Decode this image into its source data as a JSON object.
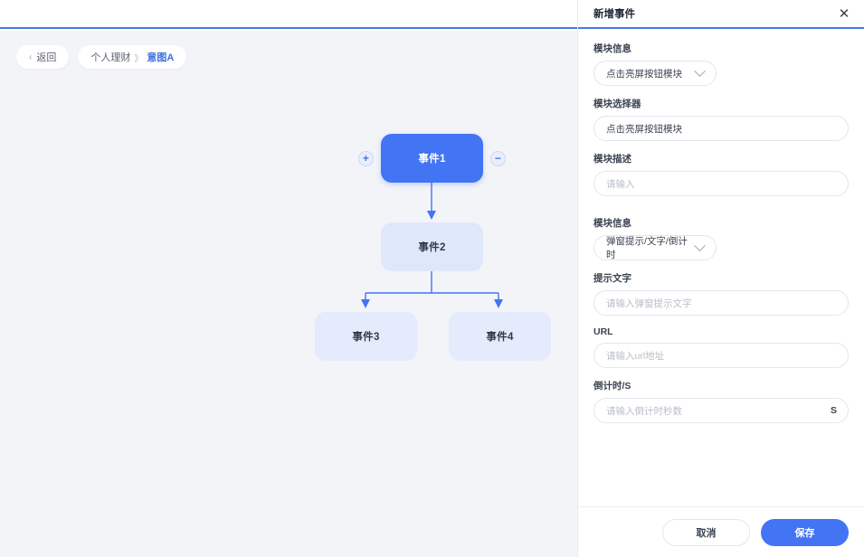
{
  "breadcrumb": {
    "back_label": "返回",
    "back_icon": "chevron-left-icon",
    "parent": "个人理财",
    "separator": "》",
    "current": "意图A"
  },
  "flow": {
    "nodes": [
      {
        "id": "event1",
        "label": "事件1",
        "style": "primary"
      },
      {
        "id": "event2",
        "label": "事件2",
        "style": "light"
      },
      {
        "id": "event3",
        "label": "事件3",
        "style": "light"
      },
      {
        "id": "event4",
        "label": "事件4",
        "style": "light"
      }
    ],
    "handles": {
      "add": "+",
      "remove": "−"
    },
    "edge_color": "#4274f4",
    "primary_color": "#4274f4",
    "light_color": "#dfe8fb"
  },
  "drawer": {
    "title": "新增事件",
    "close_icon": "close-icon",
    "fields": [
      {
        "label": "模块信息",
        "type": "select",
        "value": "点击亮屏按钮模块",
        "icon": "chevron-down-icon"
      },
      {
        "label": "模块选择器",
        "type": "text",
        "value": "点击亮屏按钮模块"
      },
      {
        "label": "模块描述",
        "type": "text",
        "value": "",
        "placeholder": "请输入"
      },
      {
        "label": "模块信息",
        "type": "select",
        "value": "弹窗提示/文字/倒计时",
        "icon": "chevron-down-icon"
      },
      {
        "label": "提示文字",
        "type": "text",
        "value": "",
        "placeholder": "请输入弹窗提示文字"
      },
      {
        "label": "URL",
        "type": "text",
        "value": "",
        "placeholder": "请输入url地址"
      },
      {
        "label": "倒计时/S",
        "type": "text",
        "value": "",
        "placeholder": "请输入倒计时秒数",
        "suffix": "S"
      }
    ],
    "footer": {
      "cancel_label": "取消",
      "save_label": "保存"
    }
  }
}
